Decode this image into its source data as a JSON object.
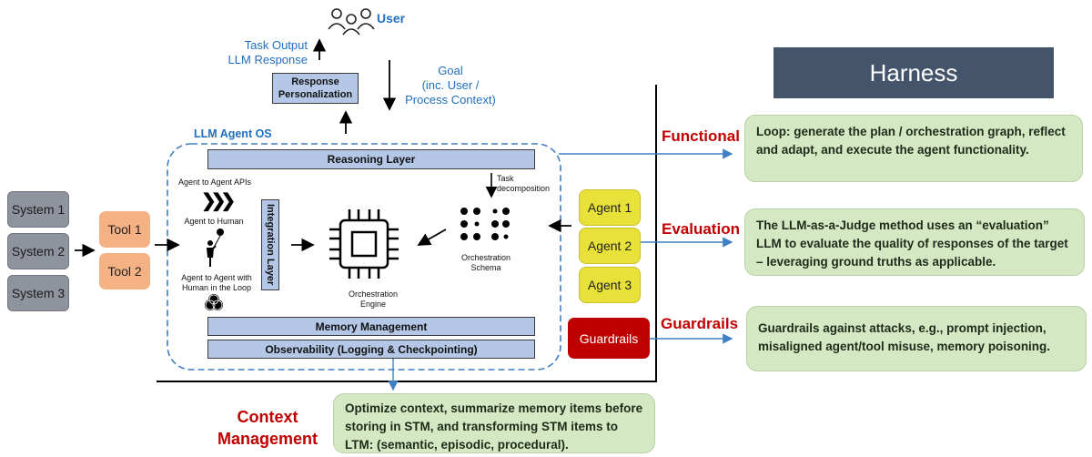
{
  "user": {
    "label": "User"
  },
  "task_output": {
    "line1": "Task Output",
    "line2": "LLM Response"
  },
  "response_personalization": {
    "line1": "Response",
    "line2": "Personalization"
  },
  "goal": {
    "line1": "Goal",
    "line2": "(inc. User /",
    "line3": "Process Context)"
  },
  "llm_agent_os": {
    "title": "LLM Agent OS"
  },
  "reasoning_layer": "Reasoning Layer",
  "integration_layer": "Integration Layer",
  "memory_management": "Memory Management",
  "observability": "Observability (Logging & Checkpointing)",
  "agent_to_agent_apis": "Agent to Agent APIs",
  "agent_to_human": "Agent to Human",
  "agent_to_agent_hitl": {
    "line1": "Agent to Agent with",
    "line2": "Human in the Loop"
  },
  "orchestration_engine": {
    "line1": "Orchestration",
    "line2": "Engine"
  },
  "orchestration_schema": {
    "line1": "Orchestration",
    "line2": "Schema"
  },
  "task_decomposition": {
    "line1": "Task",
    "line2": "decomposition"
  },
  "systems": [
    "System 1",
    "System 2",
    "System 3"
  ],
  "tools": [
    "Tool 1",
    "Tool 2"
  ],
  "agents": [
    "Agent 1",
    "Agent 2",
    "Agent 3"
  ],
  "guardrails_box": "Guardrails",
  "harness": {
    "title": "Harness"
  },
  "functional": {
    "label": "Functional",
    "text": "Loop:  generate the plan / orchestration graph, reflect and adapt, and execute the agent functionality."
  },
  "evaluation": {
    "label": "Evaluation",
    "text": "The LLM-as-a-Judge method uses an “evaluation” LLM to evaluate the quality of responses of the target – leveraging ground truths as applicable."
  },
  "guardrails": {
    "label": "Guardrails",
    "text": "Guardrails against attacks, e.g., prompt injection, misaligned agent/tool misuse, memory poisoning."
  },
  "context_management": {
    "line1": "Context",
    "line2": "Management",
    "text": "Optimize context,  summarize memory items before storing in STM, and transforming STM items to LTM: (semantic, episodic, procedural)."
  },
  "colors": {
    "accent_red": "#c00000",
    "accent_blue": "#1f6fbf",
    "harness_bg": "#44546a",
    "green_box": "#d5e8c4",
    "blue_bar": "#b4c7e7"
  }
}
